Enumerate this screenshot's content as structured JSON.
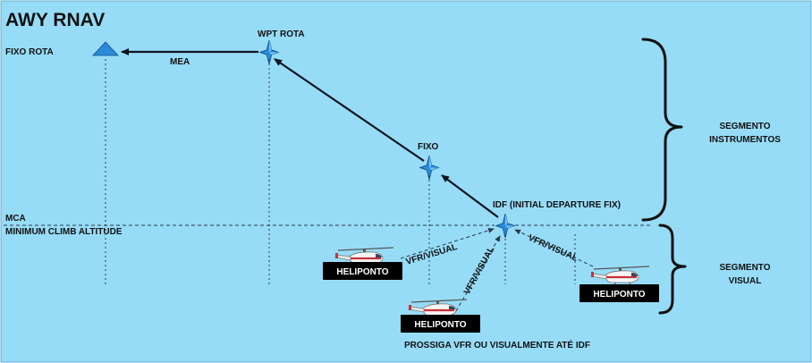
{
  "title": "AWY RNAV",
  "waypoints": {
    "fixo_rota": "FIXO ROTA",
    "wpt_rota": "WPT ROTA",
    "fixo": "FIXO",
    "idf": "IDF (INITIAL DEPARTURE FIX)"
  },
  "mea_label": "MEA",
  "mca_label_1": "MCA",
  "mca_label_2": "MINIMUM CLIMB ALTITUDE",
  "segments": {
    "instrumentos_1": "SEGMENTO",
    "instrumentos_2": "INSTRUMENTOS",
    "visual_1": "SEGMENTO",
    "visual_2": "VISUAL"
  },
  "vfr_labels": [
    "VFR/VISUAL",
    "VFR/VISUAL",
    "VFR/VISUAL"
  ],
  "heliponto_labels": [
    "HELIPONTO",
    "HELIPONTO",
    "HELIPONTO"
  ],
  "footer": "PROSSIGA VFR OU VISUALMENTE ATÉ IDF",
  "colors": {
    "background": "#97dcf7",
    "waypoint_star": "#2a8ad8",
    "fix_triangle": "#2a8ad8",
    "heliponto_box": "#000000"
  },
  "icons": [
    "triangle-fix-icon",
    "four-point-star-icon",
    "helicopter-icon"
  ]
}
